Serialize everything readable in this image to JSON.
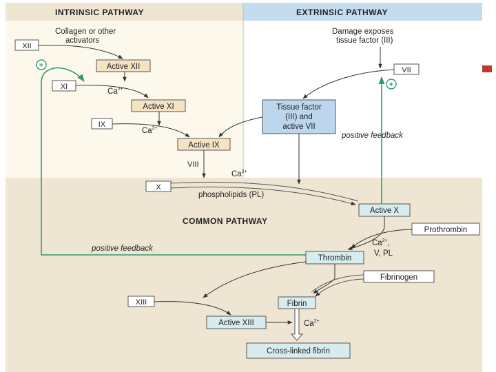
{
  "headers": {
    "intrinsic": "INTRINSIC PATHWAY",
    "extrinsic": "EXTRINSIC PATHWAY",
    "common": "COMMON PATHWAY"
  },
  "intrinsic": {
    "trigger_line1": "Collagen or other",
    "trigger_line2": "activators",
    "factor_xii": "XII",
    "active_xii": "Active XII",
    "factor_xi": "XI",
    "active_xi": "Active XI",
    "factor_ix": "IX",
    "active_ix": "Active IX",
    "factor_viii": "VIII",
    "ca_label": "Ca",
    "ca_charge": "2+"
  },
  "extrinsic": {
    "trigger_line1": "Damage exposes",
    "trigger_line2": "tissue factor (III)",
    "factor_vii": "VII",
    "tissue_line1": "Tissue factor",
    "tissue_line2": "(III) and",
    "tissue_line3": "active VII",
    "positive_feedback": "positive feedback",
    "plus_symbol": "+"
  },
  "common": {
    "factor_x": "X",
    "ca_label": "Ca",
    "ca_charge": "2+",
    "phospholipids": "phospholipids (PL)",
    "active_x": "Active X",
    "prothrombin": "Prothrombin",
    "cofactors_ca": "Ca",
    "cofactors_charge": "2+",
    "cofactors_comma": ",",
    "cofactors_rest": "V, PL",
    "thrombin": "Thrombin",
    "positive_feedback": "positive feedback",
    "plus_symbol": "+",
    "fibrinogen": "Fibrinogen",
    "factor_xiii": "XIII",
    "fibrin": "Fibrin",
    "active_xiii": "Active XIII",
    "ca_label_final": "Ca",
    "ca_charge_final": "2+",
    "cross_linked": "Cross-linked fibrin"
  },
  "colors": {
    "intrinsic_bg": "#fdf8ec",
    "extrinsic_header_bg": "#c4dcef",
    "common_bg": "#efe5d3",
    "active_intrinsic_box": "#f5e3c3",
    "extrinsic_box": "#bcd6ee",
    "common_box": "#d6ecef",
    "feedback_line": "#2d9b6e",
    "slide_accent": "#c0392b"
  }
}
